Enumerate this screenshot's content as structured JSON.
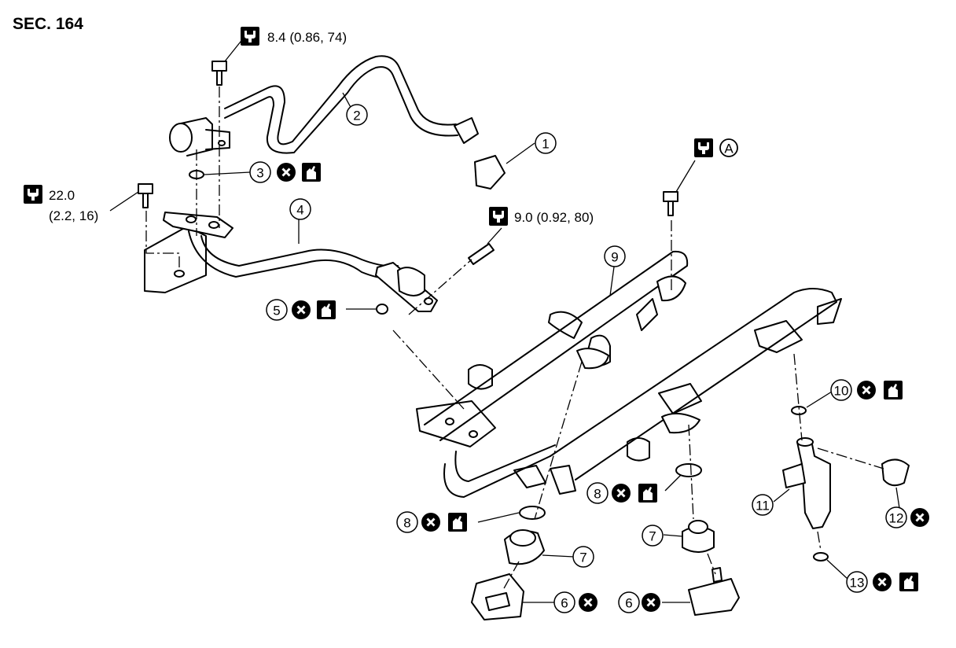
{
  "section": {
    "label": "SEC. 164"
  },
  "torque": {
    "t1": "8.4 (0.86, 74)",
    "t2_line1": "22.0",
    "t2_line2": "(2.2, 16)",
    "t3": "9.0 (0.92, 80)",
    "t4": "A"
  },
  "callouts": [
    "1",
    "2",
    "3",
    "4",
    "5",
    "6",
    "6",
    "7",
    "7",
    "8",
    "8",
    "9",
    "10",
    "11",
    "12",
    "13"
  ],
  "icons": {
    "torque": "torque-wrench-icon",
    "replace": "do-not-reuse-x-icon",
    "lube": "lubricate-oil-can-icon"
  },
  "colors": {
    "line": "#000000",
    "background": "#ffffff"
  }
}
